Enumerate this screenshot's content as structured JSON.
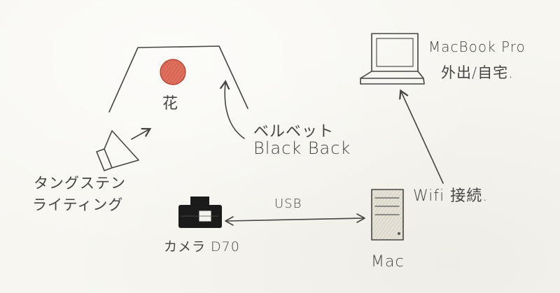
{
  "labels": {
    "flower": "花",
    "velvet": "ベルベット",
    "black_back": "Black Back",
    "tungsten_line1": "タングステン",
    "tungsten_line2": "ライティング",
    "camera": "カメラ D70",
    "usb": "USB",
    "mac": "Mac",
    "macbook_pro": "MacBook Pro",
    "location": "外出/自宅.",
    "wifi": "Wifi 接続."
  },
  "icons": {
    "flower": "red-circle",
    "light": "spotlight",
    "camera": "slr-camera",
    "mac": "desktop-tower",
    "macbook": "laptop"
  },
  "colors": {
    "flower": "#d9533f",
    "camera_body": "#222222",
    "mac_tower": "#e4e1d6",
    "ink": "#444444"
  }
}
